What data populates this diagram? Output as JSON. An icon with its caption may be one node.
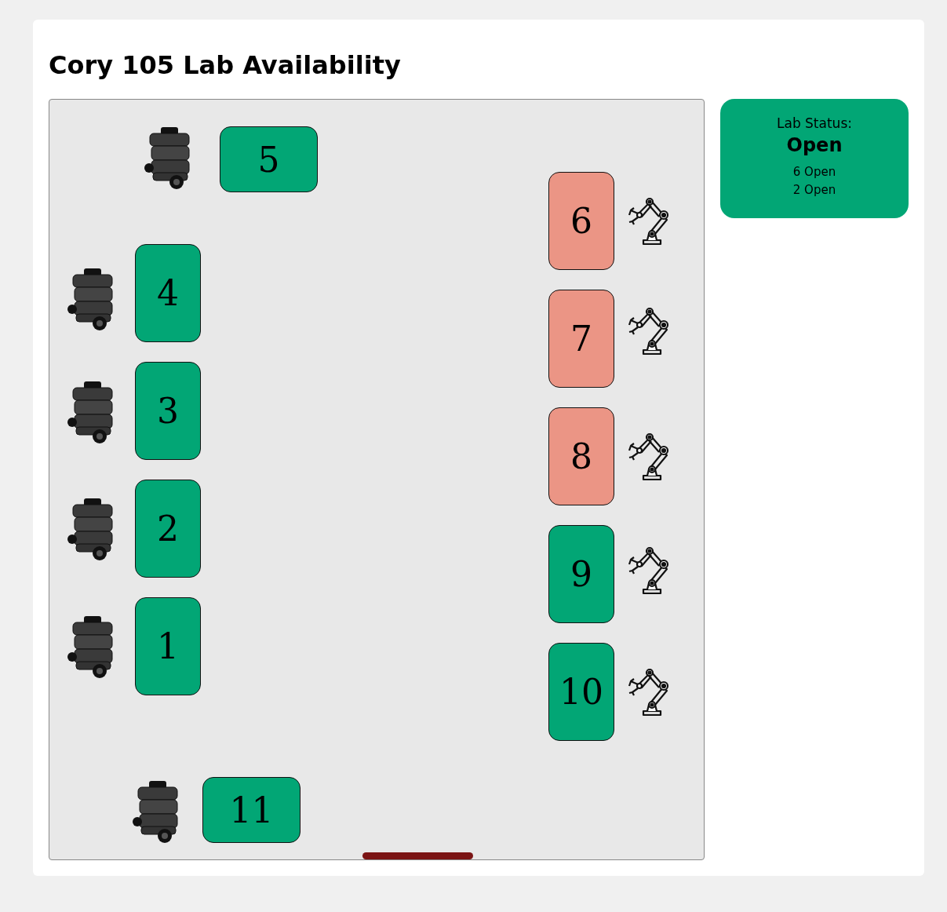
{
  "diagram": {
    "title": "Cory 105 Lab Availability",
    "nodes": [
      {
        "text": [
          "5"
        ]
      },
      {
        "text": [
          "6"
        ]
      },
      {
        "text": [
          "4"
        ]
      },
      {
        "text": [
          "7"
        ]
      },
      {
        "text": [
          "3"
        ]
      },
      {
        "text": [
          "8"
        ]
      },
      {
        "text": [
          "2"
        ]
      },
      {
        "text": [
          "9"
        ]
      },
      {
        "text": [
          "1"
        ]
      },
      {
        "text": [
          "10"
        ]
      },
      {
        "text": [
          "11"
        ]
      },
      {
        "text": [
          "Lab Status:",
          "Open",
          "6 Open",
          "2 Open"
        ]
      }
    ],
    "edges": []
  }
}
